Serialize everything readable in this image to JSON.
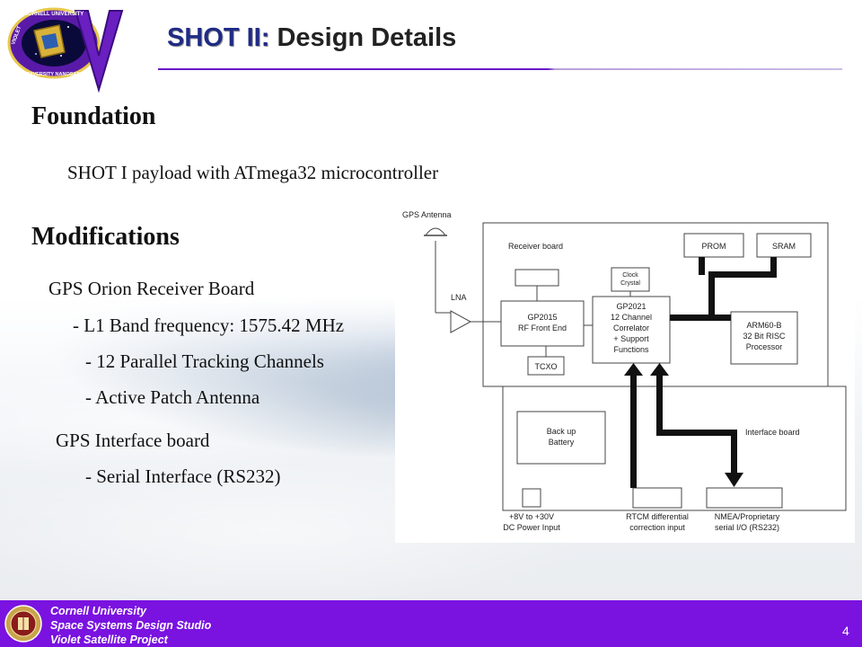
{
  "slide": {
    "title_accent": "SHOT II:",
    "title_rest": "Design Details",
    "page_number": "4"
  },
  "logo": {
    "top_text": "CORNELL UNIVERSITY",
    "bottom_text": "UNIVERSITY NANOSAT-4",
    "side_text": "VIOLET",
    "letter": "V"
  },
  "sections": {
    "foundation_heading": "Foundation",
    "foundation_text": "SHOT I payload with ATmega32 microcontroller",
    "modifications_heading": "Modifications",
    "receiver_heading": "GPS Orion Receiver Board",
    "receiver_items": [
      "- L1 Band frequency: 1575.42 MHz",
      "- 12 Parallel Tracking Channels",
      "- Active Patch Antenna"
    ],
    "interface_heading": "GPS Interface board",
    "interface_items": [
      "- Serial Interface (RS232)"
    ]
  },
  "diagram": {
    "gps_antenna": "GPS Antenna",
    "lna": "LNA",
    "receiver_board": "Receiver board",
    "prom": "PROM",
    "sram": "SRAM",
    "clock_line1": "Clock",
    "clock_line2": "Crystal",
    "gp2015_line1": "GP2015",
    "gp2015_line2": "RF Front End",
    "gp2021_line1": "GP2021",
    "gp2021_line2": "12 Channel",
    "gp2021_line3": "Correlator",
    "gp2021_line4": "+ Support",
    "gp2021_line5": "Functions",
    "arm_line1": "ARM60-B",
    "arm_line2": "32 Bit RISC",
    "arm_line3": "Processor",
    "tcxo": "TCXO",
    "interface_board": "Interface board",
    "battery_line1": "Back up",
    "battery_line2": "Battery",
    "power_line1": "+8V to +30V",
    "power_line2": "DC Power Input",
    "rtcm_line1": "RTCM differential",
    "rtcm_line2": "correction input",
    "nmea_line1": "NMEA/Proprietary",
    "nmea_line2": "serial I/O (RS232)"
  },
  "footer": {
    "line1": "Cornell University",
    "line2": "Space Systems Design Studio",
    "line3": "Violet Satellite Project"
  }
}
